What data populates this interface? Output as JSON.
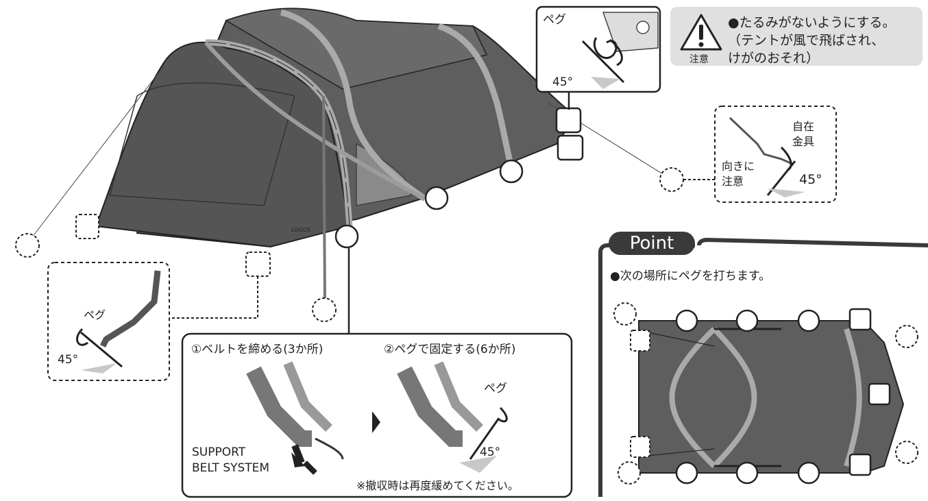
{
  "warning": {
    "icon": "warning-triangle-icon",
    "caption": "注意",
    "lines": [
      "●たるみがないようにする。",
      "（テントが風で飛ばされ、",
      "けがのおそれ）"
    ]
  },
  "peg_detail_top": {
    "peg_label": "ペグ",
    "angle": "45°"
  },
  "guy_adjuster_detail": {
    "part_label_1": "自在",
    "part_label_2": "金具",
    "note_1": "向きに",
    "note_2": "注意",
    "angle": "45°"
  },
  "peg_detail_left": {
    "peg_label": "ペグ",
    "angle": "45°"
  },
  "belt_panel": {
    "step1": "①ベルトを締める(3か所)",
    "step2": "②ペグで固定する(6か所)",
    "peg_label": "ペグ",
    "angle": "45°",
    "belt_name_1": "SUPPORT",
    "belt_name_2": "BELT SYSTEM",
    "footnote": "※撤収時は再度緩めてください。"
  },
  "brand": "LOGOS",
  "point_panel": {
    "tab_label": "Point",
    "description": "●次の場所にペグを打ちます。"
  },
  "colors": {
    "tent_body": "#5a5a5a",
    "tent_shadow": "#4a4a4a",
    "tent_roof": "#666666",
    "pole_sleeve": "#a8a8a8",
    "warning_bg": "#e0e0e0",
    "outline": "#222222"
  }
}
